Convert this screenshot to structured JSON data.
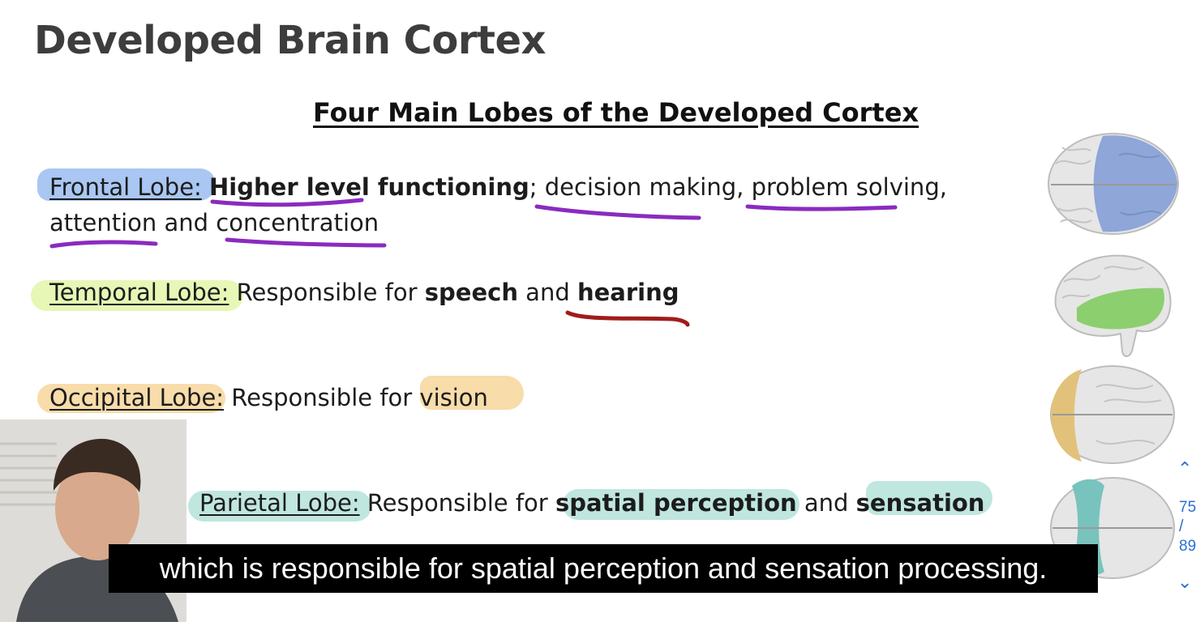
{
  "slide": {
    "title": "Developed Brain Cortex",
    "section_heading": "Four Main Lobes of the Developed Cortex"
  },
  "lobes": {
    "frontal": {
      "term": "Frontal Lobe:",
      "bold": "Higher level functioning",
      "rest_line1": "; decision making, problem solving,",
      "line2": "attention and concentration",
      "highlight_color": "#a9c7f2",
      "lobe_color": "#8ea6d8"
    },
    "temporal": {
      "term": "Temporal Lobe:",
      "text_before": " Responsible for ",
      "bold1": "speech",
      "text_mid": " and ",
      "bold2": "hearing",
      "highlight_color": "#e6f7b6",
      "lobe_color": "#8ccf6e"
    },
    "occipital": {
      "term": "Occipital Lobe:",
      "text": " Responsible for vision",
      "highlight_color": "#f8dcaa",
      "lobe_color": "#e2c27a"
    },
    "parietal": {
      "term": "Parietal Lobe:",
      "text_before": " Responsible for ",
      "bold1": "spatial perception",
      "text_mid": " and ",
      "bold2": "sensation",
      "highlight_color": "#bfe6df",
      "lobe_color": "#78c3bd"
    }
  },
  "annotation_colors": {
    "purple": "#8a2bbf",
    "red": "#a01c1c"
  },
  "subtitle": {
    "text": "which is responsible for spatial perception and sensation processing."
  },
  "pager": {
    "current": "75",
    "separator": "/",
    "total": "89",
    "up_icon": "chevron-up-icon",
    "down_icon": "chevron-down-icon"
  }
}
